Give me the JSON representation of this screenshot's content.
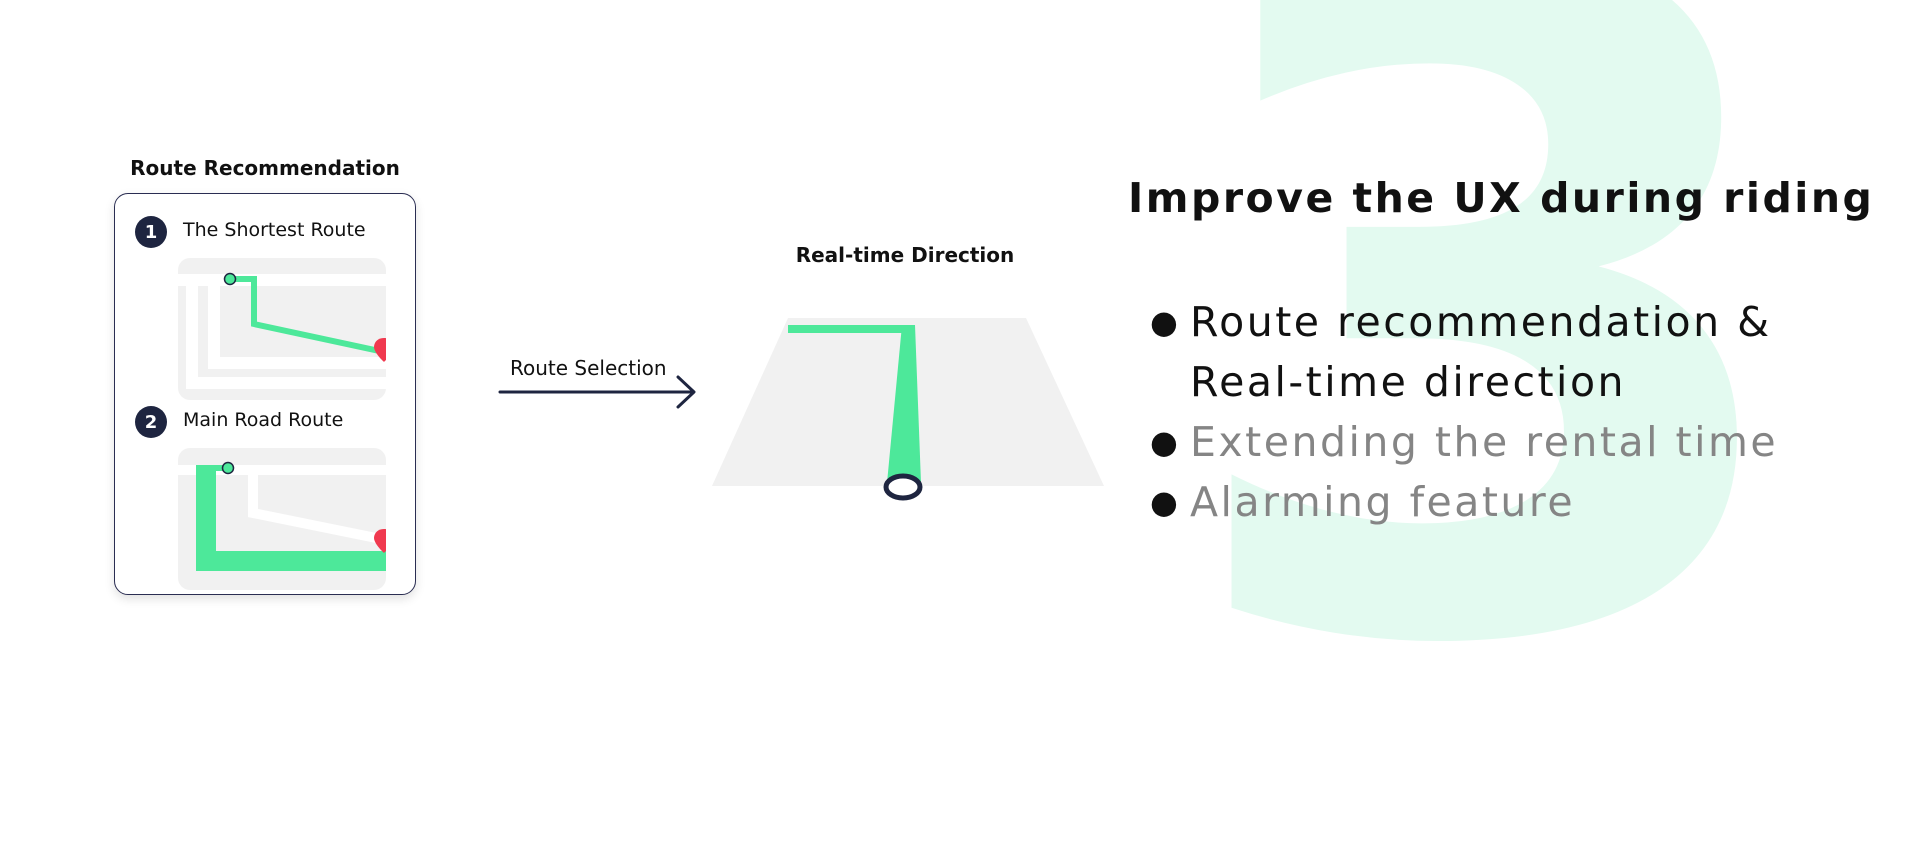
{
  "background_number": "3",
  "colors": {
    "accent_green": "#4de89a",
    "navy": "#1e2540",
    "pin_red": "#f0394f",
    "map_gray": "#f1f1f1",
    "muted_text": "#858585",
    "bg_number": "#e3faf0"
  },
  "recommendation": {
    "title": "Route Recommendation",
    "routes": [
      {
        "number": "1",
        "label": "The Shortest Route"
      },
      {
        "number": "2",
        "label": "Main Road Route"
      }
    ]
  },
  "arrow": {
    "label": "Route Selection"
  },
  "direction": {
    "title": "Real-time Direction"
  },
  "headline": "Improve the UX during riding",
  "bullets": [
    {
      "line1": "Route recommendation &",
      "line2": "Real-time direction",
      "state": "active"
    },
    {
      "line1": "Extending the rental time",
      "state": "muted"
    },
    {
      "line1": "Alarming feature",
      "state": "muted"
    }
  ]
}
